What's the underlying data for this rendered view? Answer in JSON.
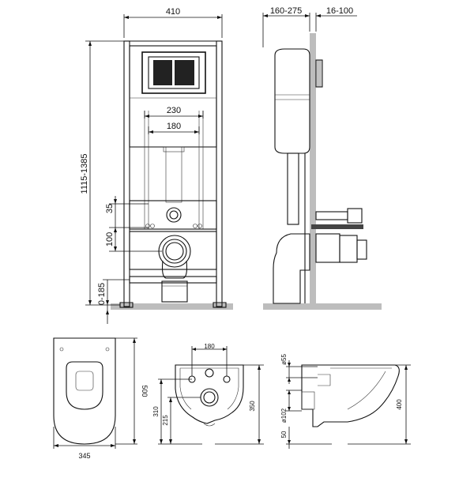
{
  "front_view": {
    "width_label": "410",
    "plate_width_label": "230",
    "inner_width_label": "180",
    "height_label": "1115-1385",
    "offset_35_label": "35",
    "offset_100_label": "100",
    "floor_label": "0-185"
  },
  "side_view": {
    "depth_label": "160-275",
    "wall_label": "16-100"
  },
  "bowl_top_view": {
    "width_label": "345",
    "length_label": "500"
  },
  "bowl_back_view": {
    "bolt_spacing_label": "180",
    "height_310_label": "310",
    "height_215_label": "215",
    "height_350_label": "350"
  },
  "bowl_side_view": {
    "dia_55_label": "ø55",
    "dia_102_label": "ø102",
    "offset_50_label": "50",
    "height_400_label": "400"
  },
  "colors": {
    "line": "#111111",
    "wall": "#bdbdbd",
    "background": "#ffffff"
  }
}
